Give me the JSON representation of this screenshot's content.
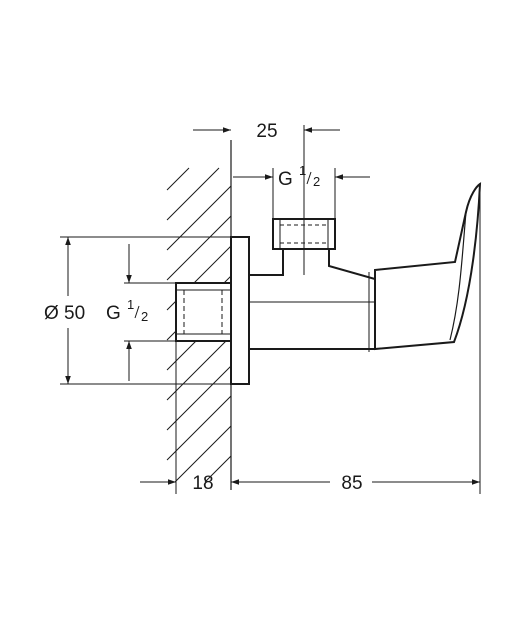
{
  "dimensions": {
    "top_offset": "25",
    "top_thread_prefix": "G",
    "top_thread_num": "1",
    "top_thread_den": "2",
    "diameter_symbol": "Ø",
    "diameter_value": "50",
    "side_thread_prefix": "G",
    "side_thread_num": "1",
    "side_thread_den": "2",
    "wall_depth": "18",
    "projection": "85"
  },
  "colors": {
    "stroke": "#1a1a1a",
    "background": "#ffffff"
  }
}
